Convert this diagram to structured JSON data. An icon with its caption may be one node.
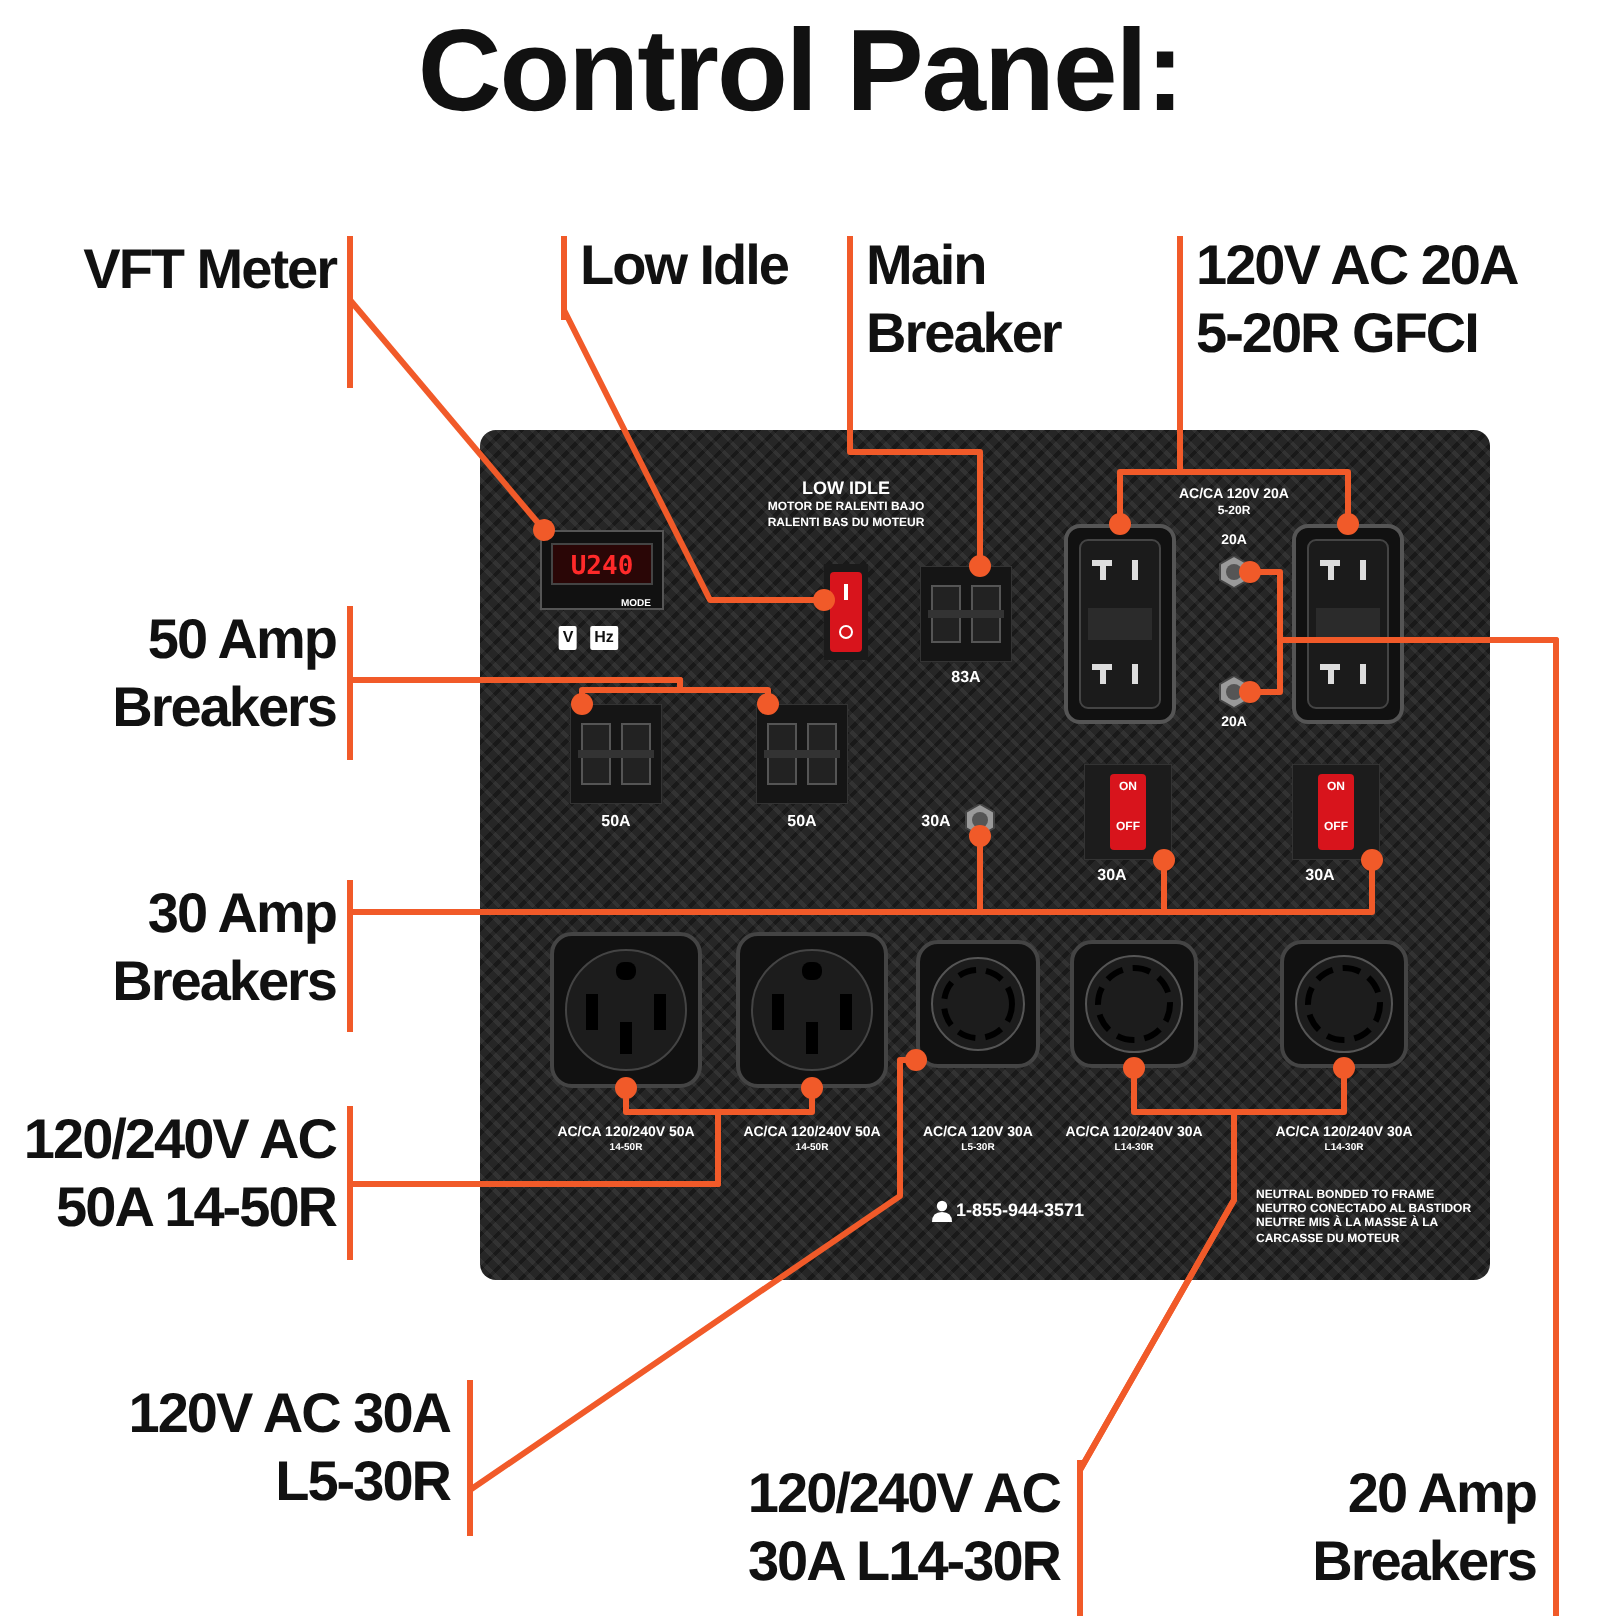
{
  "diagram": {
    "title": "Control Panel:",
    "nodes": [
      {
        "text": [
          "VFT Meter"
        ]
      },
      {
        "text": [
          "Low Idle"
        ]
      },
      {
        "text": [
          "Main Breaker"
        ]
      },
      {
        "text": [
          "120V AC 20A 5-20R GFCI"
        ]
      },
      {
        "text": [
          "50 Amp Breakers"
        ]
      },
      {
        "text": [
          "30 Amp Breakers"
        ]
      },
      {
        "text": [
          "120/240V AC 50A 14-50R"
        ]
      },
      {
        "text": [
          "120V AC 30A L5-30R"
        ]
      },
      {
        "text": [
          "120/240V AC 30A L14-30R"
        ]
      },
      {
        "text": [
          "20 Amp Breakers"
        ]
      },
      {
        "text": [],
        "shape": "picture"
      },
      {
        "text": [],
        "shape": "picture",
        "in": 10
      },
      {
        "text": [],
        "shape": "picture",
        "in": 10,
        "beside": [
          "LOW IDLE",
          "MOTOR DE RALENTI BAJO",
          "RALENTI BAS DU MOTEUR"
        ]
      },
      {
        "text": [],
        "shape": "picture",
        "in": 10,
        "beside": [
          "83A"
        ]
      },
      {
        "text": [],
        "shape": "picture",
        "in": 10
      },
      {
        "text": [],
        "shape": "picture",
        "in": 10
      },
      {
        "text": [],
        "shape": "picture",
        "in": 10,
        "beside": [
          "20A"
        ]
      },
      {
        "text": [],
        "shape": "picture",
        "in": 10,
        "beside": [
          "20A"
        ]
      },
      {
        "text": [],
        "shape": "picture",
        "in": 10,
        "beside": [
          "50A"
        ]
      },
      {
        "text": [],
        "shape": "picture",
        "in": 10,
        "beside": [
          "50A"
        ]
      },
      {
        "text": [],
        "shape": "picture",
        "in": 10,
        "beside": [
          "30A"
        ]
      },
      {
        "text": [],
        "shape": "picture",
        "in": 10,
        "beside": [
          "30A"
        ]
      },
      {
        "text": [],
        "shape": "picture",
        "in": 10,
        "beside": [
          "30A"
        ]
      },
      {
        "text": [],
        "shape": "picture",
        "in": 10,
        "beside": [
          "AC/CA 120/240V 50A",
          "14-50R"
        ]
      },
      {
        "text": [],
        "shape": "picture",
        "in": 10,
        "beside": [
          "AC/CA 120/240V 50A",
          "14-50R"
        ]
      },
      {
        "text": [],
        "shape": "picture",
        "in": 10,
        "beside": [
          "AC/CA 120V 30A",
          "L5-30R"
        ]
      },
      {
        "text": [],
        "shape": "picture",
        "in": 10,
        "beside": [
          "AC/CA 120/240V 30A",
          "L14-30R"
        ]
      },
      {
        "text": [],
        "shape": "picture",
        "in": 10,
        "beside": [
          "AC/CA 120/240V 30A",
          "L14-30R"
        ]
      }
    ],
    "edges": [
      {
        "from": 0,
        "to": 11,
        "arrow": "other"
      },
      {
        "from": 1,
        "to": 12,
        "arrow": "other"
      },
      {
        "from": 2,
        "to": 13,
        "arrow": "other"
      },
      {
        "from": 3,
        "to": 14,
        "arrow": "other"
      },
      {
        "from": 3,
        "to": 15,
        "arrow": "other"
      },
      {
        "from": 4,
        "to": 18,
        "arrow": "other"
      },
      {
        "from": 4,
        "to": 19,
        "arrow": "other"
      },
      {
        "from": 5,
        "to": 20,
        "arrow": "other"
      },
      {
        "from": 5,
        "to": 21,
        "arrow": "other"
      },
      {
        "from": 5,
        "to": 22,
        "arrow": "other"
      },
      {
        "from": 6,
        "to": 23,
        "arrow": "other"
      },
      {
        "from": 6,
        "to": 24,
        "arrow": "other"
      },
      {
        "from": 7,
        "to": 25,
        "arrow": "other"
      },
      {
        "from": 8,
        "to": 26,
        "arrow": "other"
      },
      {
        "from": 8,
        "to": 27,
        "arrow": "other"
      },
      {
        "from": 9,
        "to": 16,
        "arrow": "other"
      },
      {
        "from": 9,
        "to": 17,
        "arrow": "other"
      }
    ],
    "labels": [
      "U240",
      "MODE",
      "V",
      "Hz",
      "AC/CA 120V 20A",
      "5-20R",
      "ON",
      "OFF",
      "ON",
      "OFF",
      "1-855-944-3571",
      "NEUTRAL BONDED TO FRAME",
      "NEUTRO CONECTADO AL BASTIDOR",
      "NEUTRE MIS À LA MASSE À LA CARCASSE DU MOTEUR"
    ]
  }
}
